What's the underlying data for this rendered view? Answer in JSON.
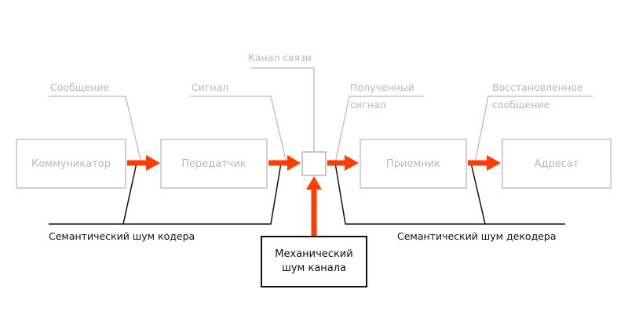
{
  "colors": {
    "arrow": "#ff3d00",
    "faded_box": "#d2d2d2",
    "faded_text": "#b8b8b8",
    "dark": "#111111"
  },
  "blocks": {
    "communicator": "Коммуникатор",
    "transmitter": "Передатчик",
    "receiver": "Приемник",
    "addressee": "Адресат"
  },
  "labels": {
    "message": "Сообщение",
    "signal": "Сигнал",
    "channel": "Канал связи",
    "received_signal_line1": "Полученный",
    "received_signal_line2": "сигнал",
    "restored_message_line1": "Восстановленное",
    "restored_message_line2": "сообщение"
  },
  "noise": {
    "encoder": "Семантический шум кодера",
    "decoder": "Семантический шум декодера",
    "mechanical_line1": "Механический",
    "mechanical_line2": "шум канала"
  }
}
